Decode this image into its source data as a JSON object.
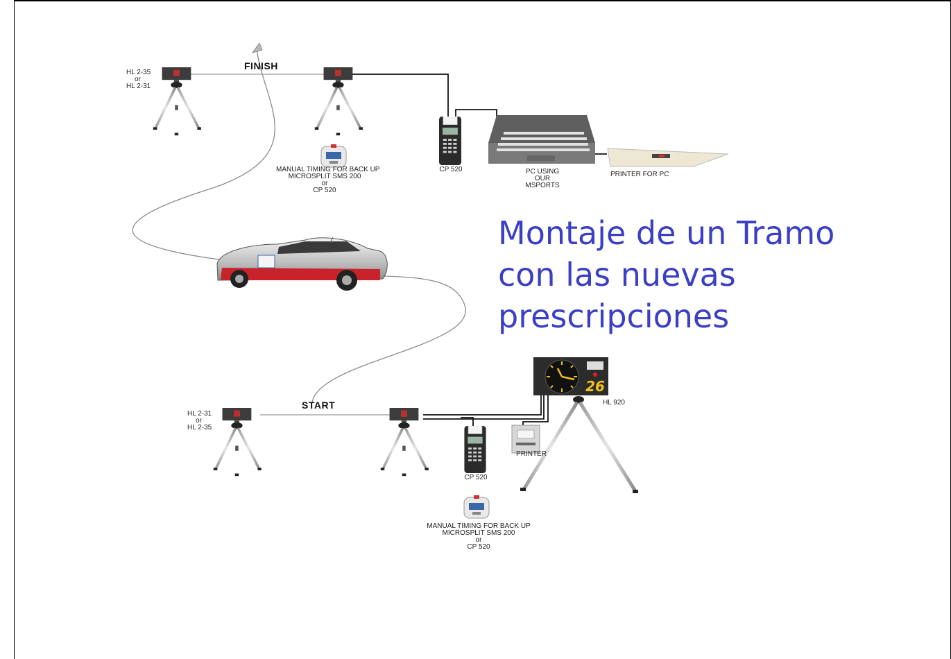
{
  "title": {
    "line1": "Montaje de un Tramo",
    "line2": "con las nuevas",
    "line3": "prescripciones"
  },
  "finish": {
    "label": "FINISH",
    "left_cell": [
      "HL 2-35",
      "or",
      "HL 2-31"
    ],
    "manual_timing": [
      "MANUAL TIMING FOR BACK UP",
      "MICROSPLIT SMS 200",
      "or",
      "CP 520"
    ],
    "printer_label": "CP 520",
    "pc_label": [
      "PC USING",
      "OUR",
      "MSPORTS"
    ],
    "pc_printer_label": "PRINTER FOR PC"
  },
  "start": {
    "label": "START",
    "left_cell": [
      "HL 2-31",
      "or",
      "HL 2-35"
    ],
    "printer_label": "CP 520",
    "small_printer_label": "PRINTER",
    "display_label": "HL 920",
    "display_number": "26",
    "manual_timing": [
      "MANUAL TIMING FOR BACK UP",
      "MICROSPLIT SMS 200",
      "or",
      "CP 520"
    ]
  },
  "colors": {
    "title": "#3a3fc4",
    "cable": "#111111",
    "path": "#8a8a8a",
    "display_digits": "#f2c21a",
    "car_red": "#c8222a"
  }
}
